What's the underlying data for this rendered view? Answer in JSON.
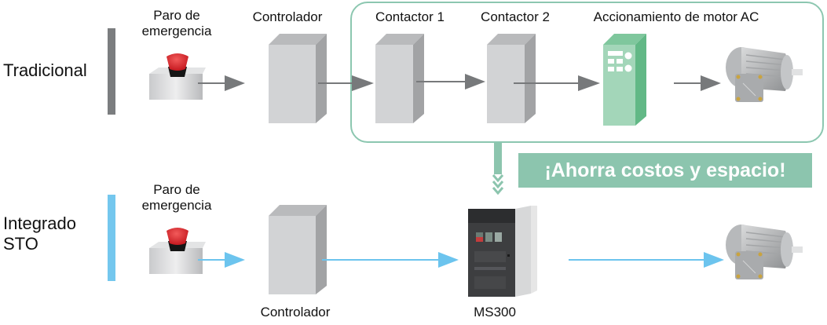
{
  "rows": {
    "traditional": {
      "label": "Tradicional",
      "estop_label_line1": "Paro de",
      "estop_label_line2": "emergencia",
      "controller_label": "Controlador",
      "contactor1_label": "Contactor 1",
      "contactor2_label": "Contactor 2",
      "drive_label": "Accionamiento de motor AC"
    },
    "integrated": {
      "label_line1": "Integrado",
      "label_line2": "STO",
      "estop_label_line1": "Paro de",
      "estop_label_line2": "emergencia",
      "controller_label": "Controlador",
      "drive_label": "MS300"
    }
  },
  "banner": {
    "text": "¡Ahorra costos y espacio!"
  },
  "colors": {
    "traditional_accent": "#7b7d7f",
    "integrated_accent": "#74c7ee",
    "highlight_green": "#8cc5ae",
    "arrow_gray": "#77797b",
    "arrow_blue": "#6cc4ee"
  }
}
